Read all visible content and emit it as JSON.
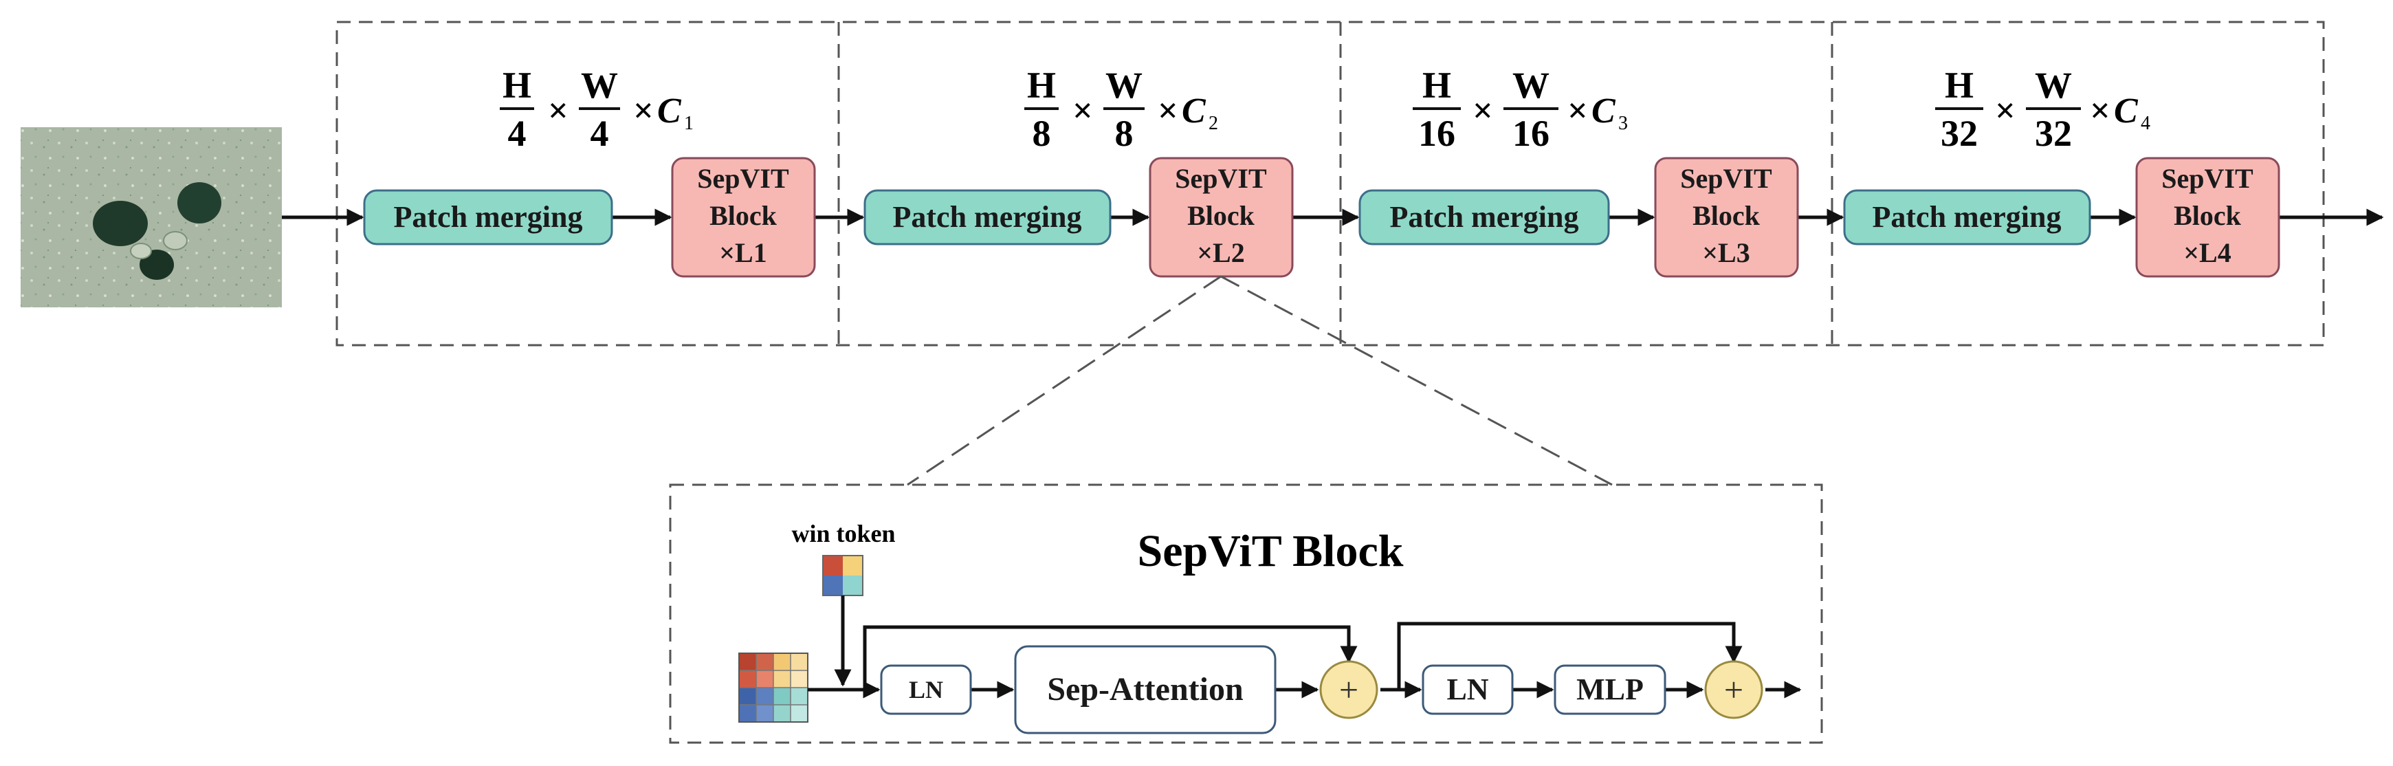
{
  "stages": [
    {
      "patch_label": "Patch merging",
      "block_line1": "SepVIT",
      "block_line2": "Block",
      "block_line3": "×L1",
      "dims": {
        "h_num": "H",
        "h_den": "4",
        "w_num": "W",
        "w_den": "4",
        "c": "C",
        "c_sub": "1"
      }
    },
    {
      "patch_label": "Patch merging",
      "block_line1": "SepVIT",
      "block_line2": "Block",
      "block_line3": "×L2",
      "dims": {
        "h_num": "H",
        "h_den": "8",
        "w_num": "W",
        "w_den": "8",
        "c": "C",
        "c_sub": "2"
      }
    },
    {
      "patch_label": "Patch merging",
      "block_line1": "SepVIT",
      "block_line2": "Block",
      "block_line3": "×L3",
      "dims": {
        "h_num": "H",
        "h_den": "16",
        "w_num": "W",
        "w_den": "16",
        "c": "C",
        "c_sub": "3"
      }
    },
    {
      "patch_label": "Patch merging",
      "block_line1": "SepVIT",
      "block_line2": "Block",
      "block_line3": "×L4",
      "dims": {
        "h_num": "H",
        "h_den": "32",
        "w_num": "W",
        "w_den": "32",
        "c": "C",
        "c_sub": "4"
      }
    }
  ],
  "times_symbol": "×",
  "detail": {
    "title": "SepViT Block",
    "win_token_label": "win token",
    "ln1_label": "LN",
    "attention_label": "Sep-Attention",
    "plus1_label": "+",
    "ln2_label": "LN",
    "mlp_label": "MLP",
    "plus2_label": "+"
  },
  "colors": {
    "patch_fill": "#8ed8c8",
    "patch_stroke": "#3c6f88",
    "block_fill": "#f7b8b4",
    "block_stroke": "#8a4a5a",
    "plus_fill": "#f8e7a8",
    "plus_stroke": "#9a8a40",
    "line": "#111111",
    "dash": "#555555"
  }
}
